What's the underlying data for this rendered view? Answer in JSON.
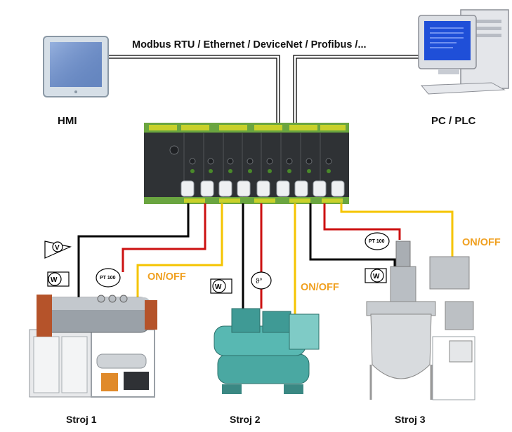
{
  "bus_label": "Modbus RTU / Ethernet / DeviceNet / Profibus /...",
  "hmi_label": "HMI",
  "pc_label": "PC / PLC",
  "onoff_label": "ON/OFF",
  "sensor_label": "PT 100",
  "machines": [
    {
      "label": "Stroj 1"
    },
    {
      "label": "Stroj 2"
    },
    {
      "label": "Stroj 3"
    }
  ],
  "wire_colors": {
    "bus": "#000000",
    "black": "#000000",
    "red": "#cc1111",
    "yellow": "#f5c400"
  }
}
